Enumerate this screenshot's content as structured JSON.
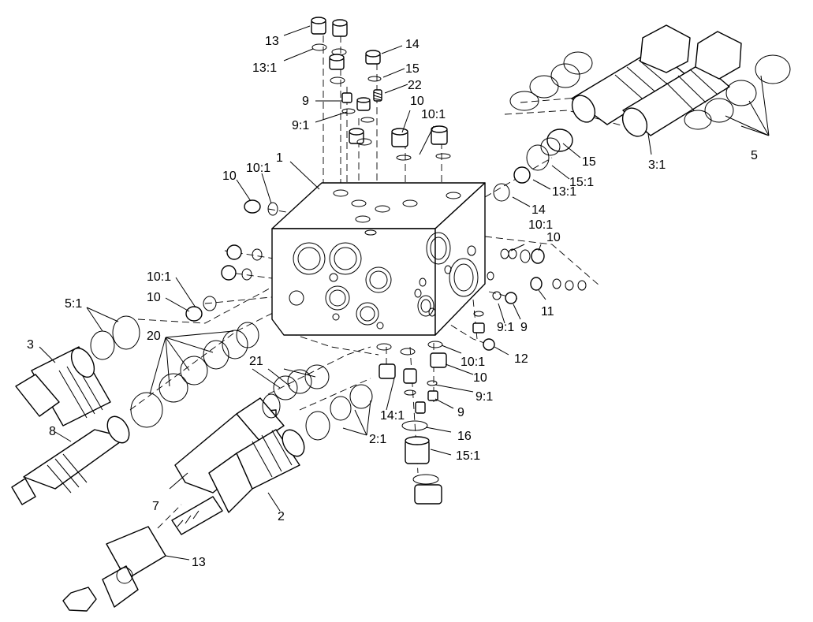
{
  "diagram": {
    "type": "exploded-parts-view",
    "colors": {
      "line": "#000000",
      "background": "#ffffff"
    },
    "callouts": [
      {
        "id": "c1",
        "text": "1"
      },
      {
        "id": "c2",
        "text": "2"
      },
      {
        "id": "c2_1",
        "text": "2:1"
      },
      {
        "id": "c3",
        "text": "3"
      },
      {
        "id": "c3_1",
        "text": "3:1"
      },
      {
        "id": "c5",
        "text": "5"
      },
      {
        "id": "c5_1",
        "text": "5:1"
      },
      {
        "id": "c7",
        "text": "7"
      },
      {
        "id": "c8",
        "text": "8"
      },
      {
        "id": "c9a",
        "text": "9"
      },
      {
        "id": "c9b",
        "text": "9"
      },
      {
        "id": "c9c",
        "text": "9"
      },
      {
        "id": "c9_1a",
        "text": "9:1"
      },
      {
        "id": "c9_1b",
        "text": "9:1"
      },
      {
        "id": "c9_1c",
        "text": "9:1"
      },
      {
        "id": "c10a",
        "text": "10"
      },
      {
        "id": "c10b",
        "text": "10"
      },
      {
        "id": "c10c",
        "text": "10"
      },
      {
        "id": "c10d",
        "text": "10"
      },
      {
        "id": "c10e",
        "text": "10"
      },
      {
        "id": "c10_1a",
        "text": "10:1"
      },
      {
        "id": "c10_1b",
        "text": "10:1"
      },
      {
        "id": "c10_1c",
        "text": "10:1"
      },
      {
        "id": "c10_1d",
        "text": "10:1"
      },
      {
        "id": "c10_1e",
        "text": "10:1"
      },
      {
        "id": "c11",
        "text": "11"
      },
      {
        "id": "c12",
        "text": "12"
      },
      {
        "id": "c13a",
        "text": "13"
      },
      {
        "id": "c13b",
        "text": "13"
      },
      {
        "id": "c13_1a",
        "text": "13:1"
      },
      {
        "id": "c13_1b",
        "text": "13:1"
      },
      {
        "id": "c14a",
        "text": "14"
      },
      {
        "id": "c14b",
        "text": "14"
      },
      {
        "id": "c14_1",
        "text": "14:1"
      },
      {
        "id": "c15a",
        "text": "15"
      },
      {
        "id": "c15b",
        "text": "15"
      },
      {
        "id": "c15_1a",
        "text": "15:1"
      },
      {
        "id": "c15_1b",
        "text": "15:1"
      },
      {
        "id": "c16",
        "text": "16"
      },
      {
        "id": "c20",
        "text": "20"
      },
      {
        "id": "c21",
        "text": "21"
      },
      {
        "id": "c22",
        "text": "22"
      }
    ]
  }
}
